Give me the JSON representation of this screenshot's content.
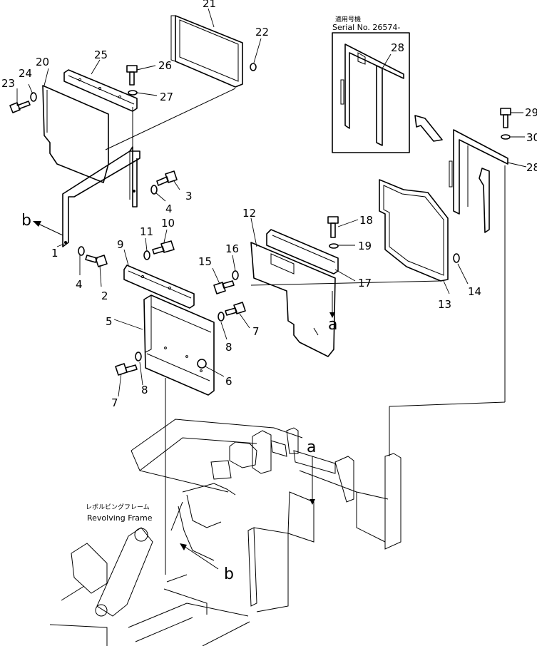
{
  "callouts": [
    {
      "id": "c1",
      "text": "1"
    },
    {
      "id": "c2",
      "text": "2"
    },
    {
      "id": "c3",
      "text": "3"
    },
    {
      "id": "c4a",
      "text": "4"
    },
    {
      "id": "c4b",
      "text": "4"
    },
    {
      "id": "c5",
      "text": "5"
    },
    {
      "id": "c6",
      "text": "6"
    },
    {
      "id": "c7a",
      "text": "7"
    },
    {
      "id": "c7b",
      "text": "7"
    },
    {
      "id": "c8a",
      "text": "8"
    },
    {
      "id": "c8b",
      "text": "8"
    },
    {
      "id": "c9",
      "text": "9"
    },
    {
      "id": "c10",
      "text": "10"
    },
    {
      "id": "c11",
      "text": "11"
    },
    {
      "id": "c12",
      "text": "12"
    },
    {
      "id": "c13",
      "text": "13"
    },
    {
      "id": "c14",
      "text": "14"
    },
    {
      "id": "c15",
      "text": "15"
    },
    {
      "id": "c16",
      "text": "16"
    },
    {
      "id": "c17",
      "text": "17"
    },
    {
      "id": "c18",
      "text": "18"
    },
    {
      "id": "c19",
      "text": "19"
    },
    {
      "id": "c20",
      "text": "20"
    },
    {
      "id": "c21",
      "text": "21"
    },
    {
      "id": "c22",
      "text": "22"
    },
    {
      "id": "c23",
      "text": "23"
    },
    {
      "id": "c24",
      "text": "24"
    },
    {
      "id": "c25",
      "text": "25"
    },
    {
      "id": "c26",
      "text": "26"
    },
    {
      "id": "c27",
      "text": "27"
    },
    {
      "id": "c28a",
      "text": "28"
    },
    {
      "id": "c28b",
      "text": "28"
    },
    {
      "id": "c29",
      "text": "29"
    },
    {
      "id": "c30",
      "text": "30"
    }
  ],
  "refs": {
    "a": "a",
    "b": "b"
  },
  "serial_box": {
    "jp_label": "適用号機",
    "label": "Serial No. 26574-"
  },
  "frame_label": {
    "jp": "レボルビングフレーム",
    "en": "Revolving Frame"
  }
}
